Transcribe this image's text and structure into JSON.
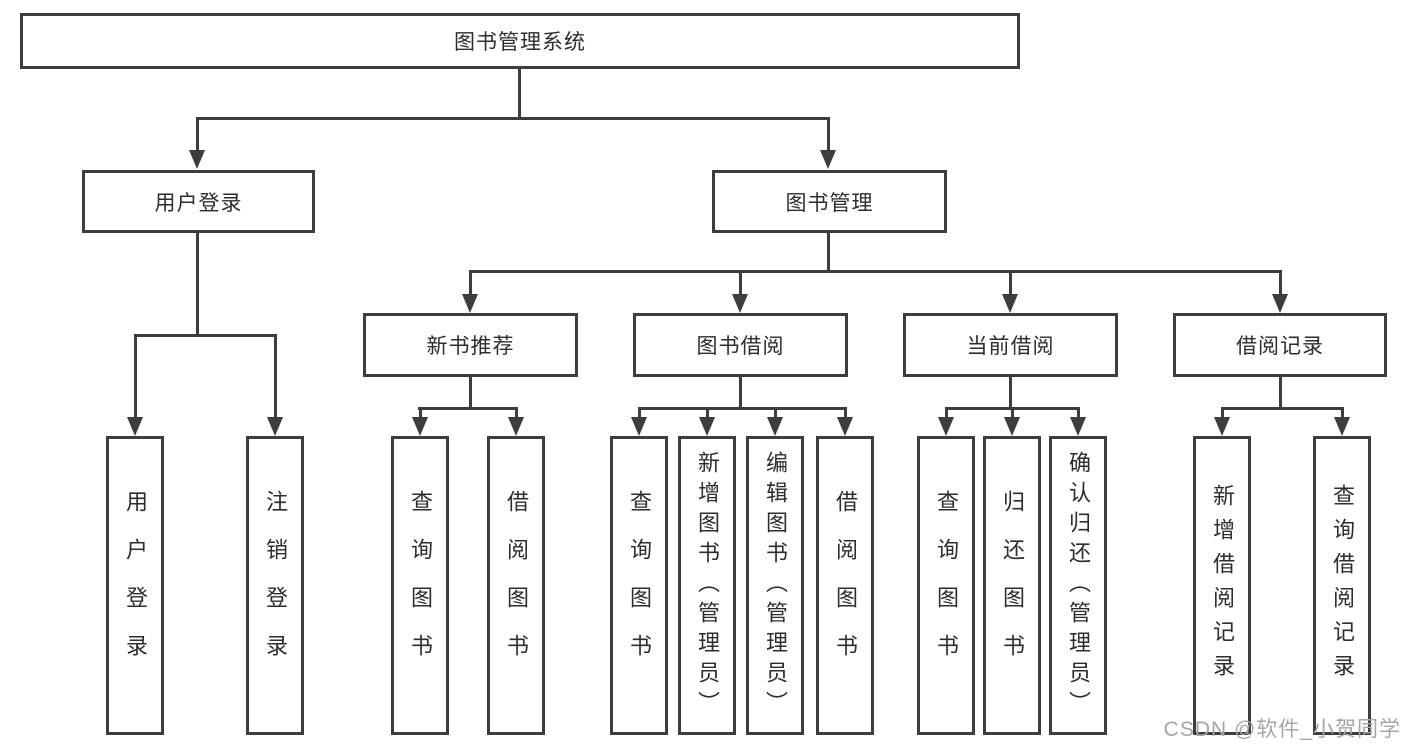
{
  "diagram": {
    "root": {
      "label": "图书管理系统"
    },
    "level2": {
      "user_login": {
        "label": "用户登录"
      },
      "book_management": {
        "label": "图书管理"
      }
    },
    "level3": {
      "new_book_recommend": {
        "label": "新书推荐"
      },
      "book_borrow": {
        "label": "图书借阅"
      },
      "current_borrow": {
        "label": "当前借阅"
      },
      "borrow_records": {
        "label": "借阅记录"
      }
    },
    "leaves": {
      "user_login": {
        "label": "用户登录"
      },
      "logout": {
        "label": "注销登录"
      },
      "query_book_recommend": {
        "label": "查询图书"
      },
      "borrow_book_recommend": {
        "label": "借阅图书"
      },
      "query_book_borrow": {
        "label": "查询图书"
      },
      "add_book_admin": {
        "label": "新增图书（管理员）"
      },
      "edit_book_admin": {
        "label": "编辑图书（管理员）"
      },
      "borrow_book_borrow": {
        "label": "借阅图书"
      },
      "query_book_current": {
        "label": "查询图书"
      },
      "return_book": {
        "label": "归还图书"
      },
      "confirm_return_admin": {
        "label": "确认归还（管理员）"
      },
      "add_borrow_record": {
        "label": "新增借阅记录"
      },
      "query_borrow_record": {
        "label": "查询借阅记录"
      }
    }
  },
  "watermark": {
    "text": "CSDN @软件_小贺同学"
  },
  "colors": {
    "line": "#3d3d3d",
    "box_border": "#3d3d3d",
    "box_background": "#ffffff",
    "text": "#2d2d2d",
    "watermark": "#a6a6a6",
    "page_background": "#ffffff"
  }
}
